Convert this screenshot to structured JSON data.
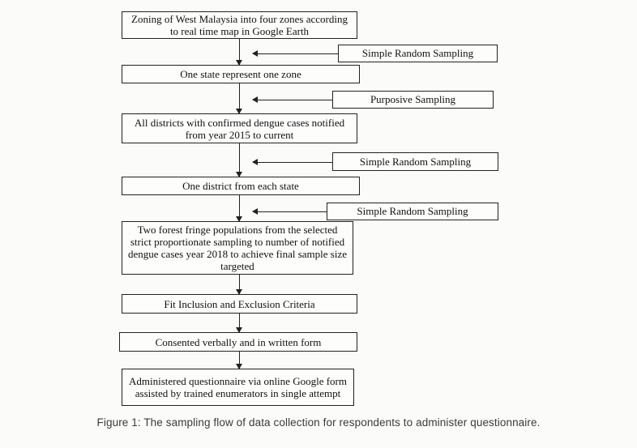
{
  "figure": {
    "flow_boxes": [
      "Zoning of West Malaysia into four zones according to real time map in Google Earth",
      "One state represent one zone",
      "All districts with confirmed dengue cases notified from year 2015 to current",
      "One district from each state",
      "Two forest fringe populations from the selected strict proportionate sampling to number of notified dengue cases year 2018 to achieve final sample size targeted",
      "Fit Inclusion and Exclusion Criteria",
      "Consented verbally and in written form",
      "Administered questionnaire via online Google form assisted by trained enumerators in single attempt"
    ],
    "side_boxes": [
      "Simple Random Sampling",
      "Purposive Sampling",
      "Simple Random Sampling",
      "Simple Random Sampling"
    ],
    "caption": "Figure 1: The sampling flow of data collection for respondents to administer questionnaire.",
    "colors": {
      "background": "#fbfbfa",
      "box_border": "#222222",
      "box_fill": "#fdfdfc",
      "text": "#111111",
      "caption_text": "#3b3b3b"
    }
  }
}
